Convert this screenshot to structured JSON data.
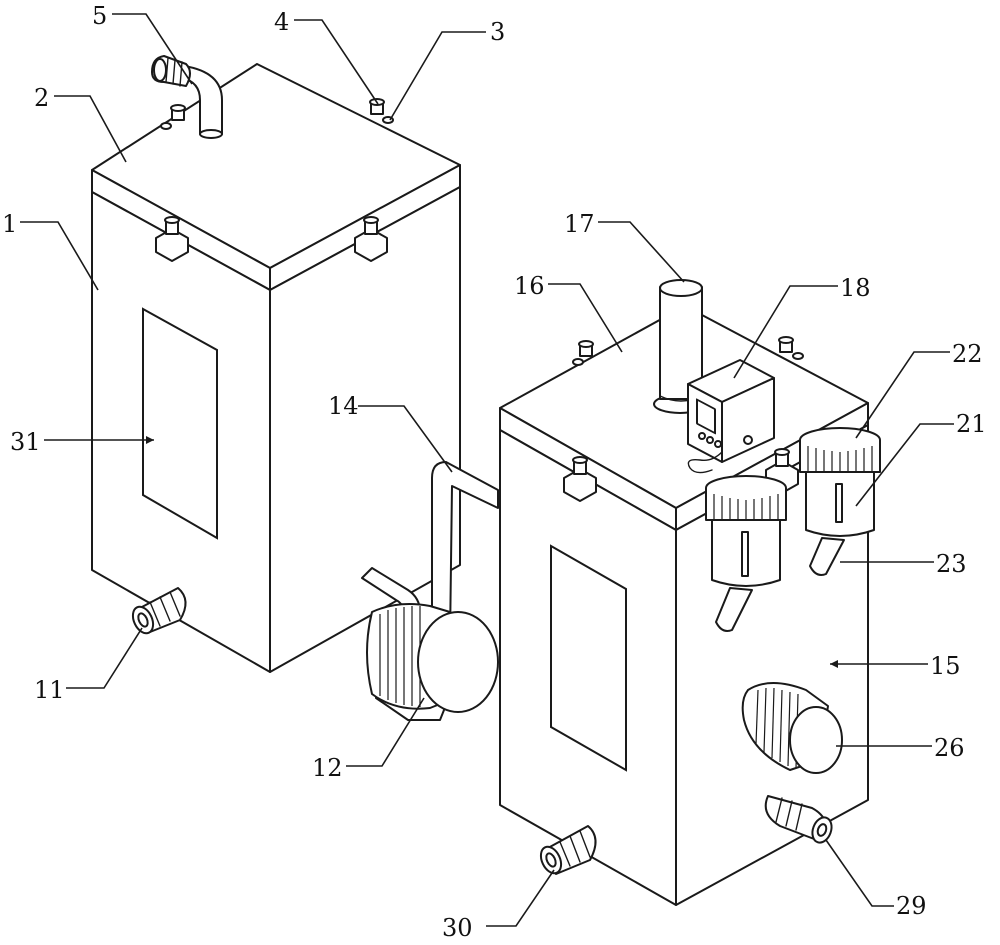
{
  "callouts": {
    "c1": "1",
    "c2": "2",
    "c3": "3",
    "c4": "4",
    "c5": "5",
    "c11": "11",
    "c12": "12",
    "c14": "14",
    "c15": "15",
    "c16": "16",
    "c17": "17",
    "c18": "18",
    "c21": "21",
    "c22": "22",
    "c23": "23",
    "c26": "26",
    "c29": "29",
    "c30": "30",
    "c31": "31"
  }
}
